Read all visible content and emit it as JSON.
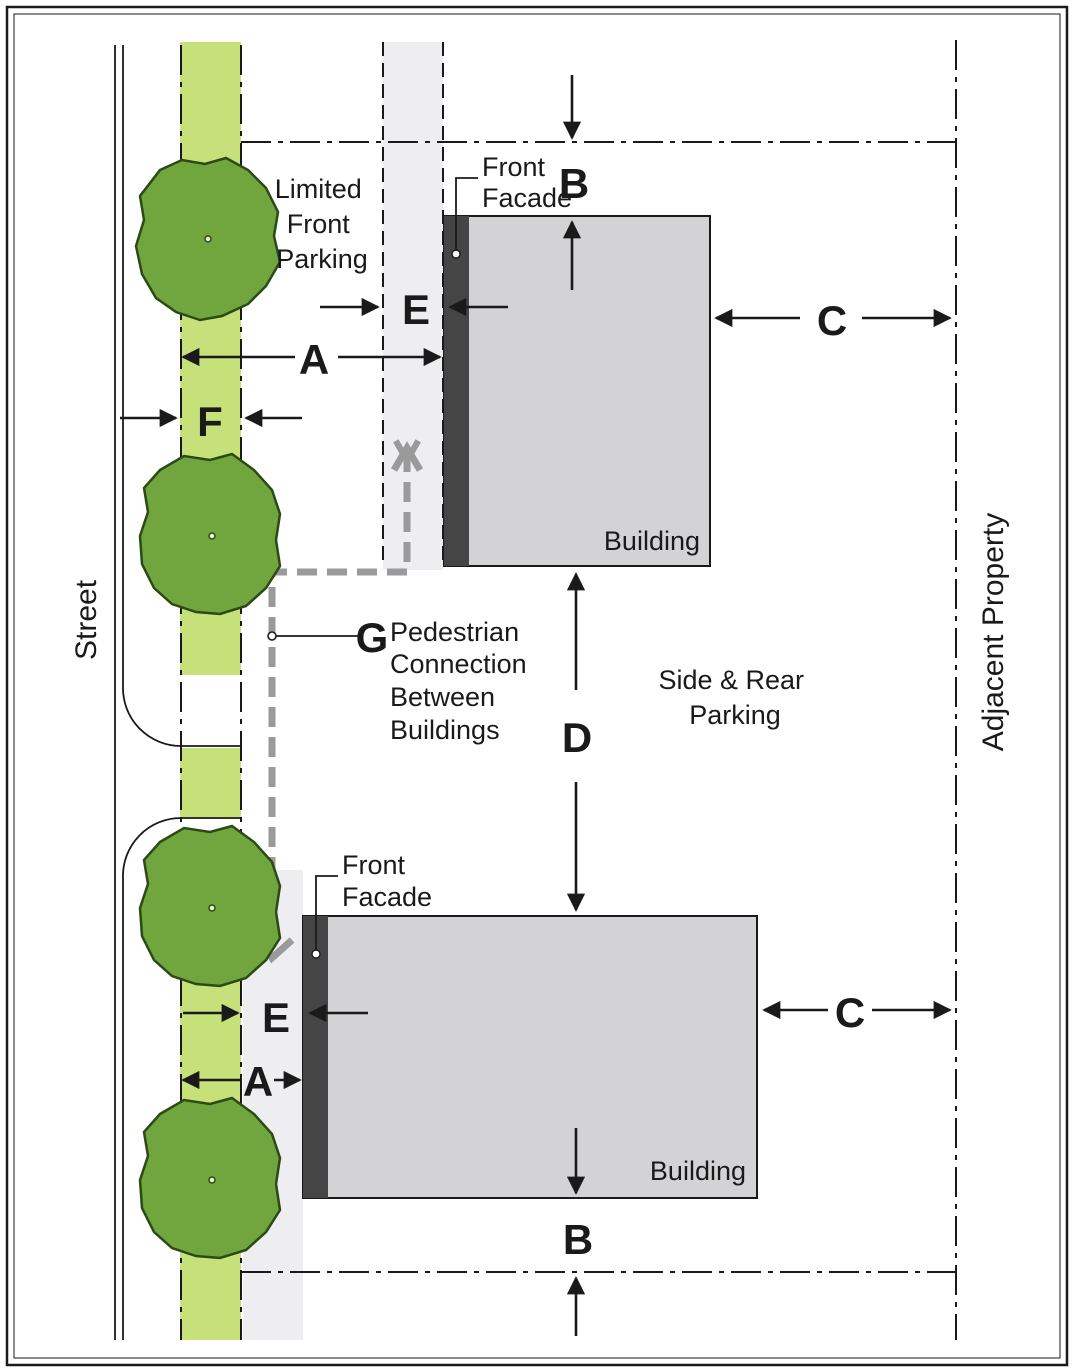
{
  "colors": {
    "tree_lawn": "#c6e07a",
    "tree_crown": "#71a63f",
    "building_fill": "#d3d3d5",
    "front_facade": "#454545",
    "walk": "#eeeef0",
    "pedestrian_path": "#9a9a9a",
    "ink": "#1a1a1a"
  },
  "labels": {
    "street": "Street",
    "adjacent_property": "Adjacent Property",
    "limited_front_parking": [
      "Limited",
      "Front",
      "Parking"
    ],
    "front_facade": [
      "Front",
      "Facade"
    ],
    "building": "Building",
    "side_rear_parking": [
      "Side & Rear",
      "Parking"
    ],
    "pedestrian_connection": [
      "Pedestrian",
      "Connection",
      "Between",
      "Buildings"
    ]
  },
  "dimension_letters": {
    "a": "A",
    "b": "B",
    "c": "C",
    "d": "D",
    "e": "E",
    "f": "F",
    "g": "G"
  },
  "icons": [
    "tree-icon",
    "arrow-icon",
    "arrowhead-icon"
  ]
}
